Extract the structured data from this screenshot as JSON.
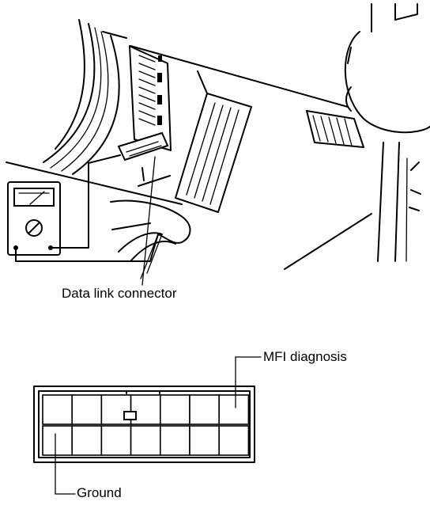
{
  "labels": {
    "data_link_connector": "Data link connector",
    "mfi_diagnosis": "MFI diagnosis",
    "ground": "Ground"
  },
  "connector": {
    "rows": 2,
    "columns": 7
  }
}
